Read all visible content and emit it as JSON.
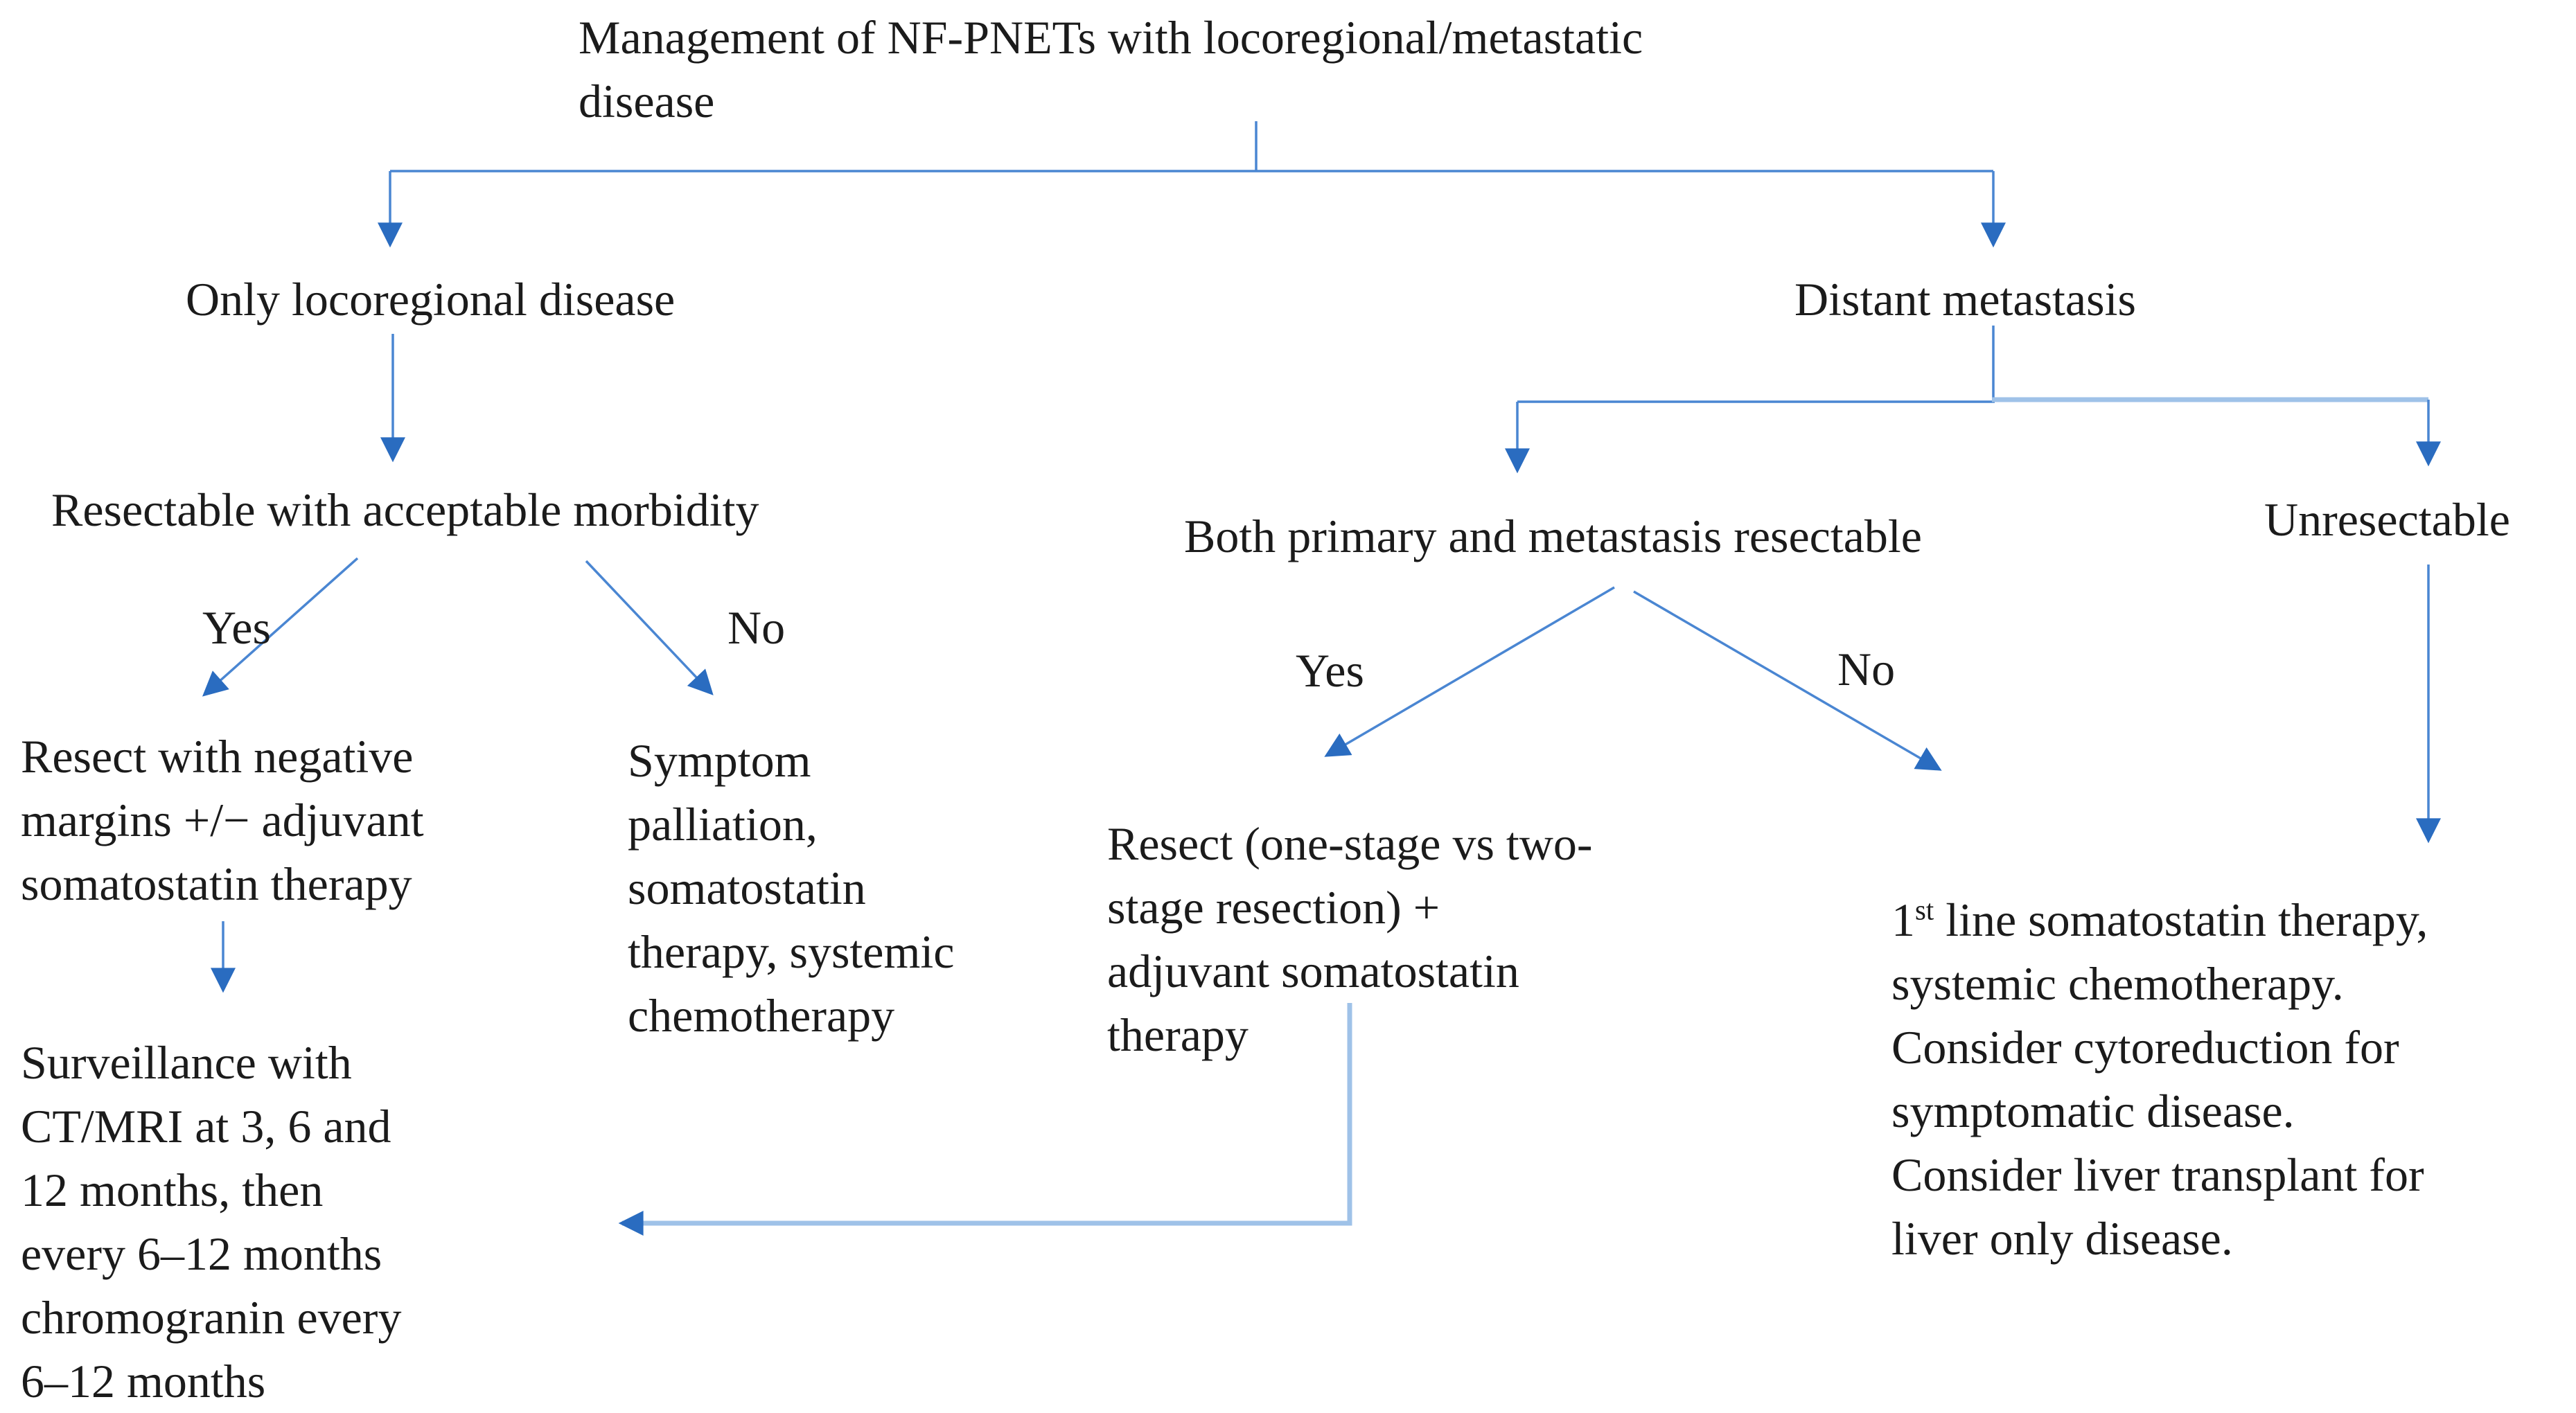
{
  "figure": {
    "title": "Management of NF-PNETs with locoregional/metastatic\ndisease"
  },
  "nodes": {
    "only_locoregional": "Only locoregional disease",
    "distant_metastasis": "Distant metastasis",
    "resectable_morbidity": "Resectable with acceptable morbidity",
    "branch_yes_left": "Yes",
    "branch_no_left": "No",
    "resect_negative_margins": "Resect with negative\nmargins +/− adjuvant\nsomatostatin therapy",
    "symptom_palliation": "Symptom\npalliation,\nsomatostatin\ntherapy, systemic\nchemotherapy",
    "surveillance": "Surveillance with\nCT/MRI at 3, 6 and\n12 months, then\nevery 6–12 months\nchromogranin every\n6–12 months",
    "both_primary_resectable": "Both primary and metastasis resectable",
    "branch_yes_mid": "Yes",
    "branch_no_mid": "No",
    "resect_one_stage": "Resect (one-stage vs two-\nstage resection) +\nadjuvant somatostatin\ntherapy",
    "unresectable": "Unresectable",
    "unresectable_treatment": {
      "num": "1",
      "sup": "st",
      "rest": " line somatostatin therapy,\nsystemic chemotherapy.\nConsider cytoreduction for\nsymptomatic disease.\nConsider liver transplant for\nliver only disease."
    }
  },
  "colors": {
    "line": "#4a86d2",
    "arrowhead": "#2a6cc0",
    "light_line": "#9fc2e8",
    "text": "#1b1b1b",
    "background": "#ffffff"
  }
}
